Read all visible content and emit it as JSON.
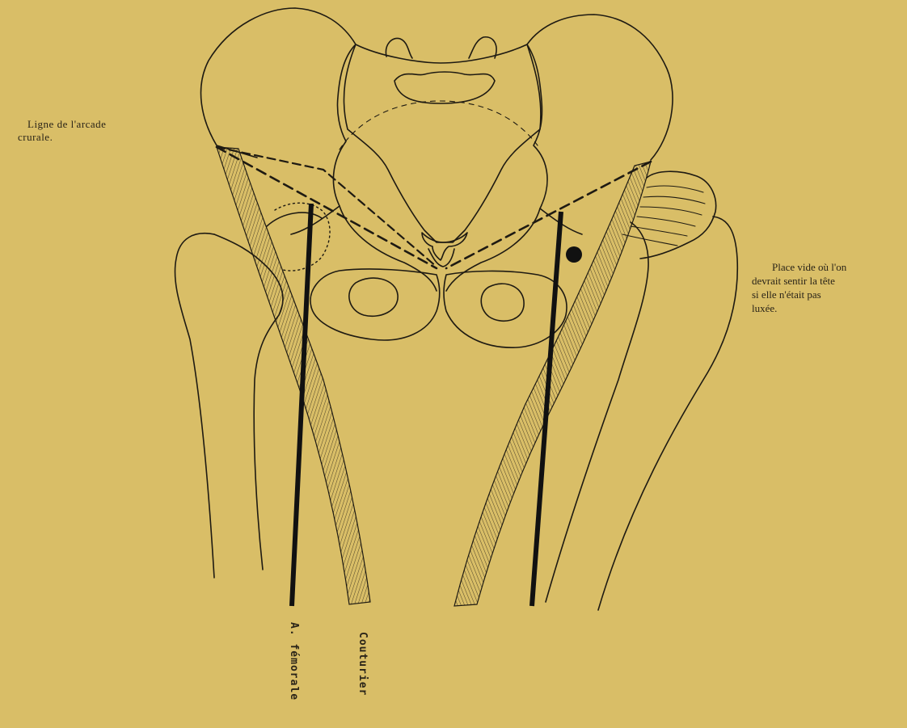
{
  "labels": {
    "arcade_line_1": "Ligne de l'arcade",
    "arcade_line_2": "crurale.",
    "empty_place_1": "Place vide où l'on",
    "empty_place_2": "devrait sentir la tête",
    "empty_place_3": "si  elle  n'était  pas",
    "empty_place_4": "luxée.",
    "femoral_artery": "A. fémorale",
    "sartorius": "Couturier"
  },
  "colors": {
    "paper": "#d9be67",
    "ink": "#1e1a12"
  }
}
